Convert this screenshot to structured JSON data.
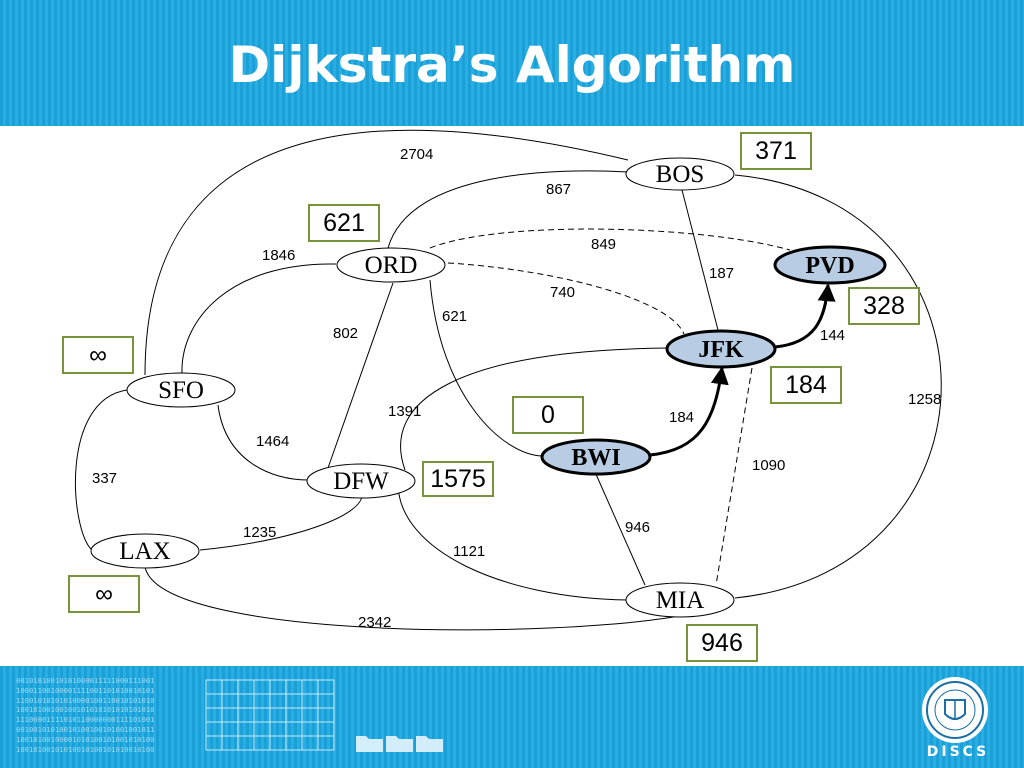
{
  "title": "Dijkstra’s Algorithm",
  "nodes": {
    "BOS": "BOS",
    "ORD": "ORD",
    "PVD": "PVD",
    "JFK": "JFK",
    "SFO": "SFO",
    "BWI": "BWI",
    "DFW": "DFW",
    "LAX": "LAX",
    "MIA": "MIA"
  },
  "edges": {
    "SFO_BOS": "2704",
    "ORD_BOS": "867",
    "ORD_PVD": "849",
    "ORD_SFO": "1846",
    "JFK_BOS": "187",
    "ORD_JFK": "740",
    "ORD_BWI": "621",
    "ORD_DFW": "802",
    "JFK_PVD": "144",
    "BOS_MIA": "1258",
    "SFO_DFW": "1464",
    "DFW_JFK": "1391",
    "BWI_JFK": "184",
    "JFK_MIA": "1090",
    "SFO_LAX": "337",
    "BWI_MIA": "946",
    "LAX_DFW": "1235",
    "DFW_MIA": "1121",
    "LAX_MIA": "2342"
  },
  "distances": {
    "BOS": "371",
    "ORD": "621",
    "PVD": "328",
    "SFO": "∞",
    "JFK": "184",
    "BWI": "0",
    "DFW": "1575",
    "LAX": "∞",
    "MIA": "946"
  },
  "footer": {
    "binary_lines": [
      "00101010010101000011111000111001",
      "10001100100001111001101010010101",
      "11001010101010000100110010101010",
      "10010100100100101010101010101010",
      "11100001111010110000000111101001",
      "00100101010010100100101001001011",
      "10010100100001010100101001010100",
      "10010100101010010100101010010100"
    ],
    "logo_text": "DISCS"
  },
  "colors": {
    "header": "#1a9fd6",
    "node_highlight": "#b8cce4",
    "distance_border": "#77933c"
  }
}
